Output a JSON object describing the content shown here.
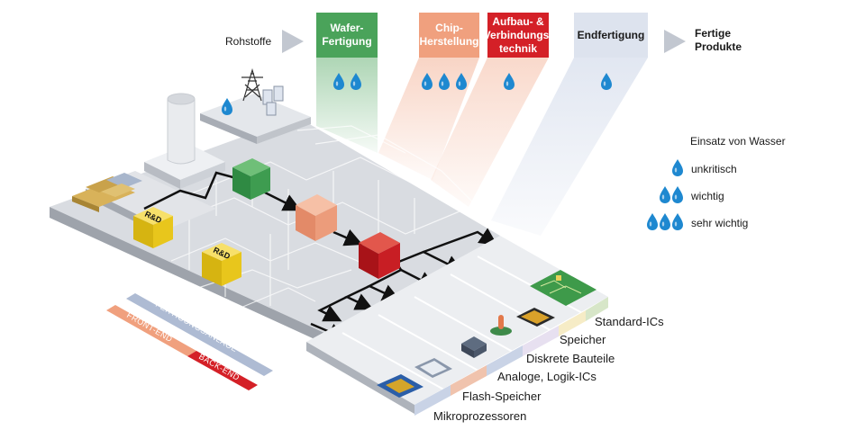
{
  "header": {
    "raw_materials": "Rohstoffe",
    "stages": [
      {
        "label": "Wafer-\nFertigung",
        "color": "#4aa35a"
      },
      {
        "label": "Chip-\nHerstellung",
        "color": "#f0a07e"
      },
      {
        "label": "Aufbau- &\nVerbindungs-\ntechnik",
        "color": "#d42027"
      },
      {
        "label": "Endfertigung",
        "color": "#dde3ee"
      }
    ],
    "finished_products": "Fertige\nProdukte"
  },
  "legend": {
    "title": "Einsatz von Wasser",
    "items": [
      {
        "drops": 1,
        "label": "unkritisch"
      },
      {
        "drops": 2,
        "label": "wichtig"
      },
      {
        "drops": 3,
        "label": "sehr wichtig"
      }
    ]
  },
  "factory": {
    "rd_label_1": "R&D",
    "rd_label_2": "R&D"
  },
  "products": [
    "Standard-ICs",
    "Speicher",
    "Diskrete Bauteile",
    "Analoge, Logik-ICs",
    "Flash-Speicher",
    "Mikroprozessoren"
  ],
  "bands": {
    "fab": "FERTIGUNGSANLAGE",
    "front_end": "FRONT-END",
    "back_end": "BACK-END"
  },
  "colors": {
    "water": "#1e88d0",
    "green": "#4aa35a",
    "salmon": "#f0a07e",
    "red": "#d42027",
    "light_blue": "#dde3ee",
    "band_blue": "#aebbd3",
    "yellow": "#f2d12a"
  }
}
